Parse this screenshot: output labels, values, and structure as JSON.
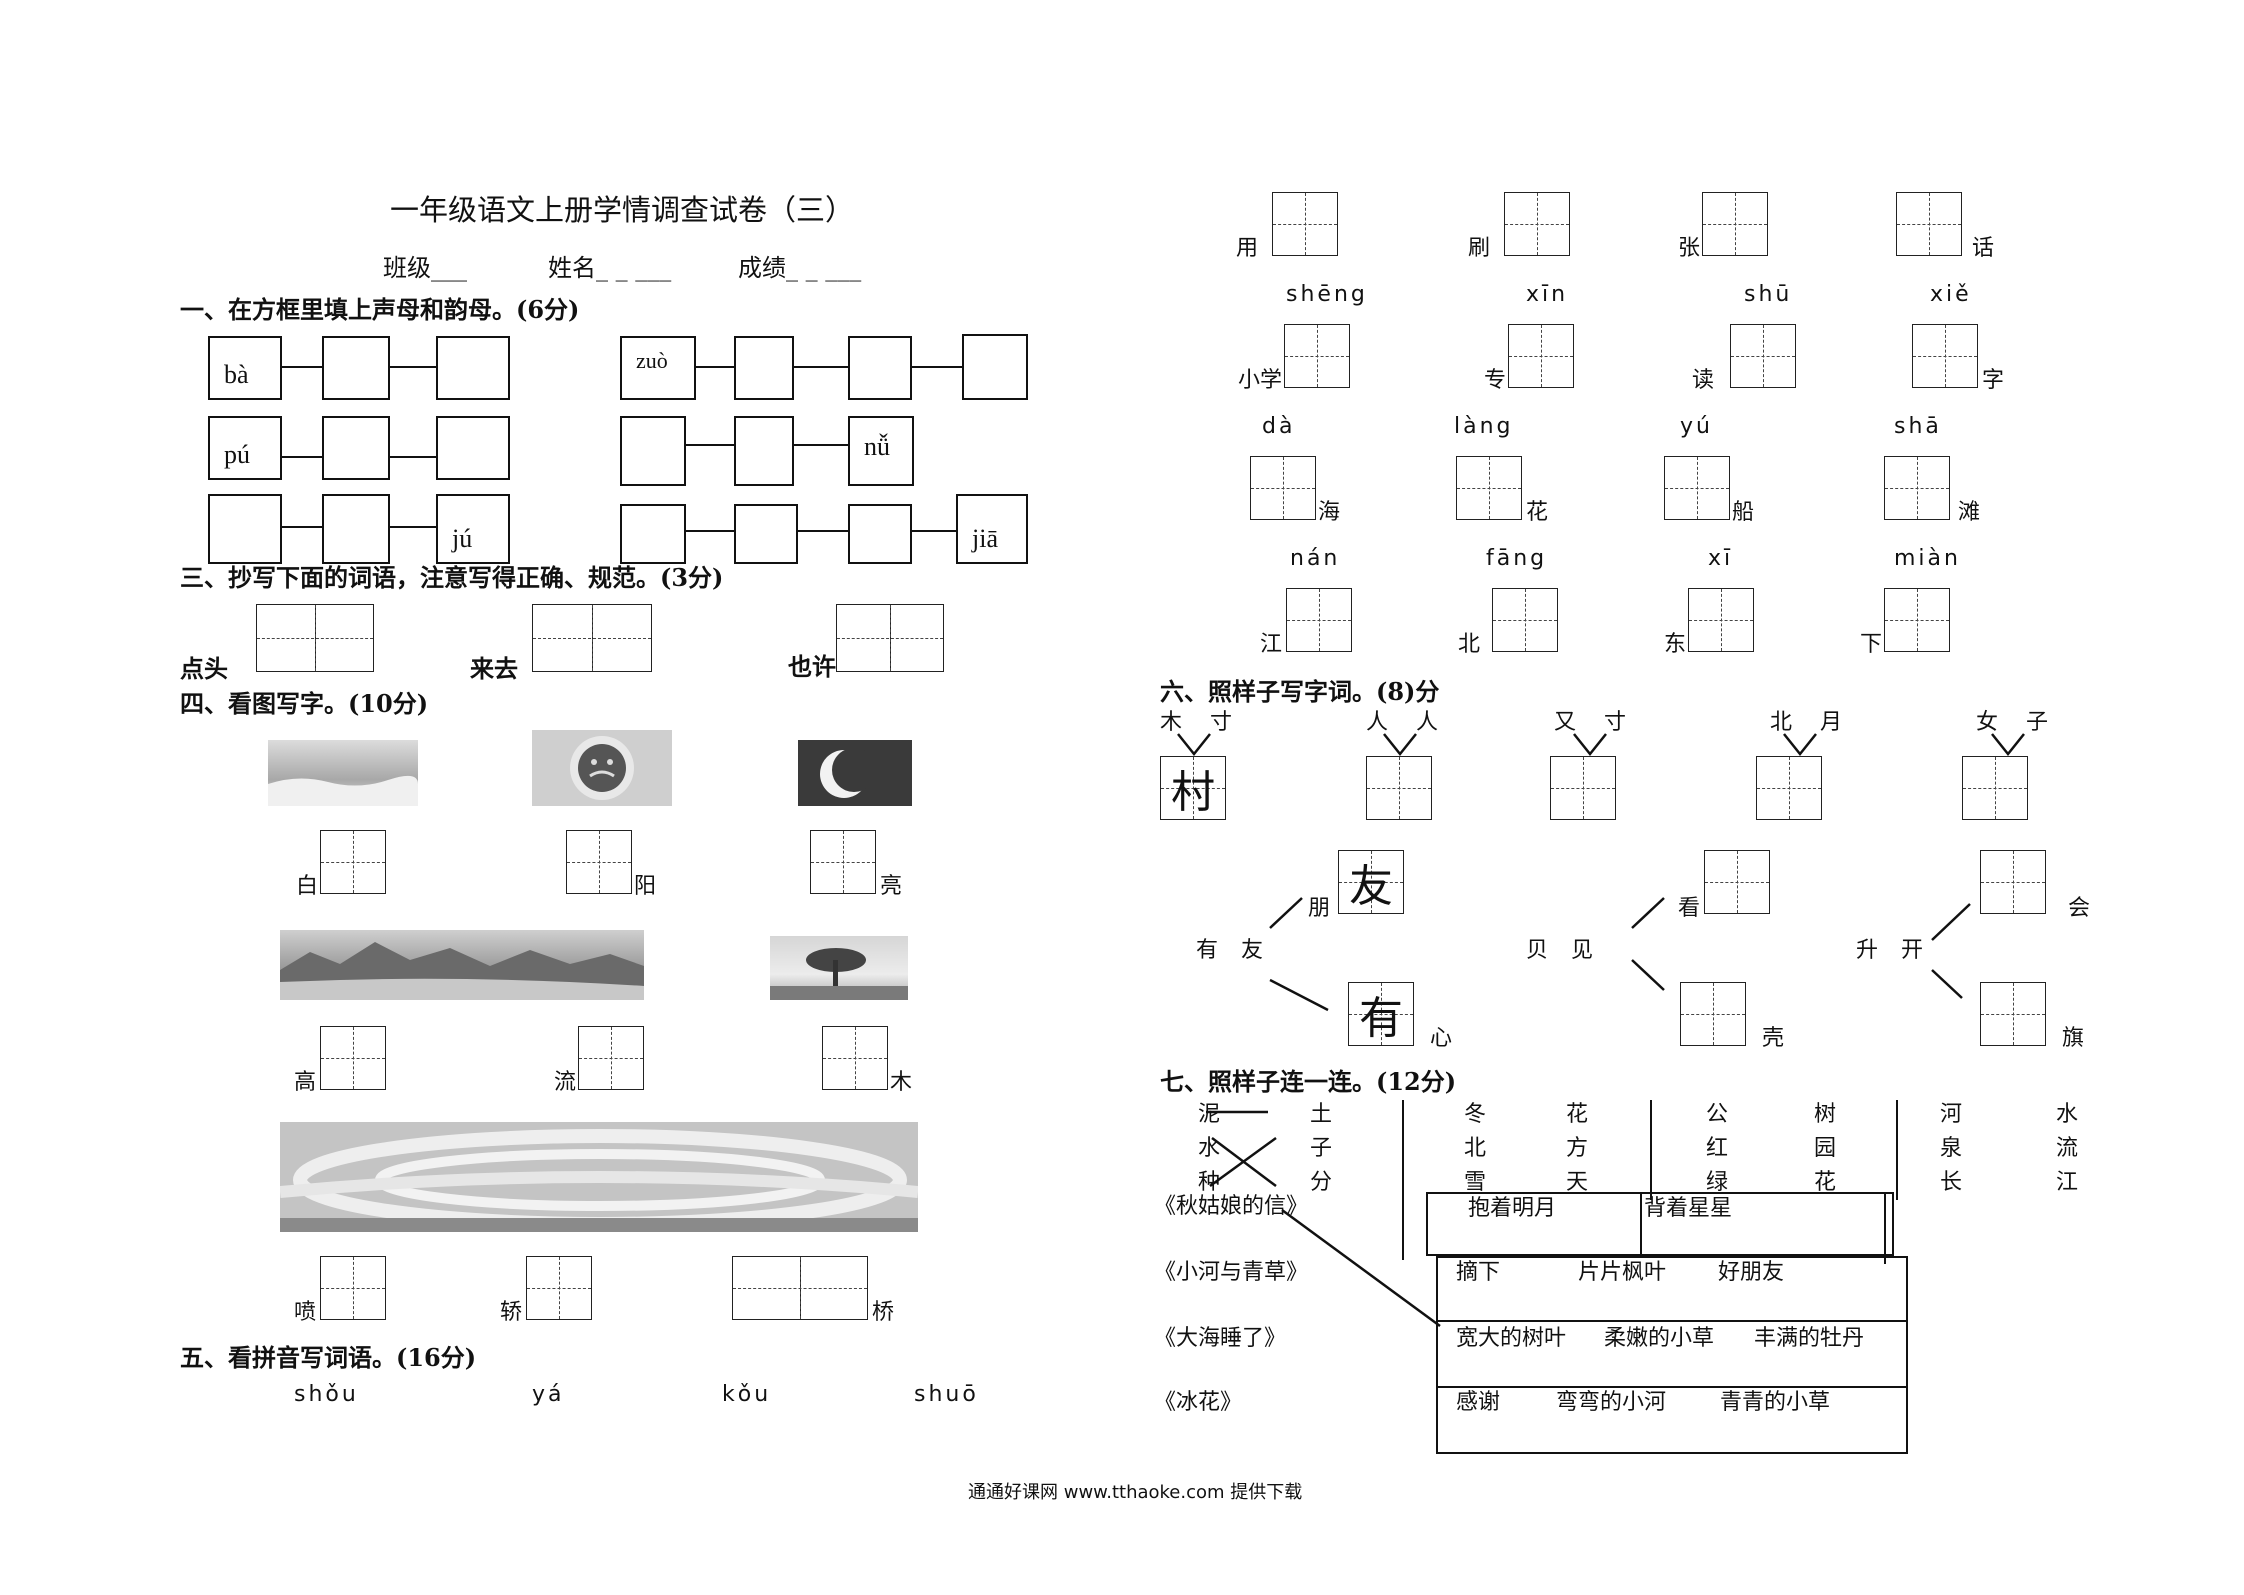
{
  "title": "一年级语文上册学情调查试卷（三）",
  "info": {
    "class": "班级___",
    "name": "姓名_ _ ___",
    "score": "成绩_ _ ___"
  },
  "s1": {
    "heading": "一、在方框里填上声母和韵母。(6分)",
    "labels": [
      "bà",
      "zuò",
      "pú",
      "nǚ",
      "jú",
      "jiā"
    ]
  },
  "s3": {
    "heading": "三、抄写下面的词语，注意写得正确、规范。(3分)",
    "words": [
      "点头",
      "来去",
      "也许"
    ]
  },
  "s4": {
    "heading": "四、看图写字。(10分)",
    "captions": [
      "白",
      "阳",
      "亮",
      "高",
      "流",
      "木",
      "喷",
      "轿",
      "桥"
    ]
  },
  "s5": {
    "heading": "五、看拼音写词语。(16分)",
    "pinyin_row1": [
      "shǒu",
      "yá",
      "kǒu",
      "shuō"
    ],
    "row1_words": [
      "用",
      "刷",
      "张",
      "话"
    ],
    "pinyin_row2": [
      "shēng",
      "xīn",
      "shū",
      "xiě"
    ],
    "row2_words": [
      "小学",
      "专",
      "读",
      "字"
    ],
    "pinyin_row3": [
      "dà",
      "làng",
      "yú",
      "shā"
    ],
    "row3_words": [
      "海",
      "花",
      "船",
      "滩"
    ],
    "pinyin_row4": [
      "nán",
      "fāng",
      "xī",
      "miàn"
    ],
    "row4_words": [
      "江",
      "北",
      "东",
      "下"
    ]
  },
  "s6": {
    "heading": "六、照样子写字词。(8)分",
    "pairs": [
      [
        "木",
        "寸"
      ],
      [
        "人",
        "人"
      ],
      [
        "又",
        "寸"
      ],
      [
        "北",
        "月"
      ],
      [
        "女",
        "子"
      ]
    ],
    "example_char": "村",
    "tree1": {
      "root": "有 友",
      "top_char": "友",
      "top_word": "朋",
      "bottom_char": "有",
      "bottom_word": "心"
    },
    "tree2": {
      "root": "贝 见",
      "top_word": "看",
      "bottom_word": "壳"
    },
    "tree3": {
      "root": "升 开",
      "top_word": "会",
      "bottom_word": "旗"
    }
  },
  "s7": {
    "heading": "七、照样子连一连。(12分)",
    "col1": [
      [
        "泥",
        "土"
      ],
      [
        "水",
        "子"
      ],
      [
        "种",
        "分"
      ]
    ],
    "col2": [
      [
        "冬",
        "花"
      ],
      [
        "北",
        "方"
      ],
      [
        "雪",
        "天"
      ]
    ],
    "col3": [
      [
        "公",
        "树"
      ],
      [
        "红",
        "园"
      ],
      [
        "绿",
        "花"
      ]
    ],
    "col4": [
      [
        "河",
        "水"
      ],
      [
        "泉",
        "流"
      ],
      [
        "长",
        "江"
      ]
    ],
    "titles": [
      "《秋姑娘的信》",
      "《小河与青草》",
      "《大海睡了》",
      "《冰花》"
    ],
    "box1": [
      "抱着明月",
      "背着星星"
    ],
    "box2": [
      [
        "摘下",
        "片片枫叶",
        "好朋友"
      ],
      [
        "宽大的树叶",
        "柔嫩的小草",
        "丰满的牡丹"
      ],
      [
        "感谢",
        "弯弯的小河",
        "青青的小草"
      ]
    ]
  },
  "footer": "通通好课网  www.tthaoke.com  提供下载"
}
